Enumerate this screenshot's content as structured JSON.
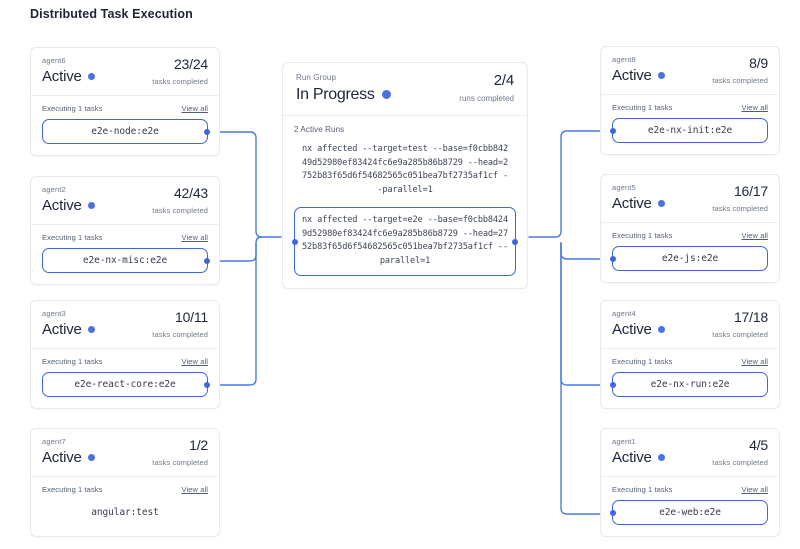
{
  "page": {
    "title": "Distributed Task Execution",
    "accent_color": "#3f67dd",
    "dot_color": "#4a72e0",
    "card_border_color": "#e8e9ed",
    "muted_text_color": "#6f7789"
  },
  "labels": {
    "executing": "Executing 1 tasks",
    "view_all": "View all",
    "tasks_completed": "tasks completed",
    "runs_completed": "runs completed",
    "active_runs": "2 Active Runs"
  },
  "run_group": {
    "label": "Run Group",
    "status": "In Progress",
    "count": "2/4",
    "count_sub": "runs completed",
    "active_runs_label": "2 Active Runs",
    "runs": [
      {
        "command": "nx affected --target=test --base=f0cbb84249d52980ef83424fc6e9a285b86b8729 --head=2752b83f65d6f54682565c051bea7bf2735af1cf --parallel=1",
        "highlighted": false
      },
      {
        "command": "nx affected --target=e2e --base=f0cbb84249d52980ef83424fc6e9a285b86b8729 --head=2752b83f65d6f54682565c051bea7bf2735af1cf --parallel=1",
        "highlighted": true
      }
    ]
  },
  "left_agents": [
    {
      "agent": "agent6",
      "status": "Active",
      "count": "23/24",
      "count_sub": "tasks completed",
      "executing": "Executing 1 tasks",
      "view_all": "View all",
      "task": "e2e-node:e2e",
      "connected": true
    },
    {
      "agent": "agent2",
      "status": "Active",
      "count": "42/43",
      "count_sub": "tasks completed",
      "executing": "Executing 1 tasks",
      "view_all": "View all",
      "task": "e2e-nx-misc:e2e",
      "connected": true
    },
    {
      "agent": "agent3",
      "status": "Active",
      "count": "10/11",
      "count_sub": "tasks completed",
      "executing": "Executing 1 tasks",
      "view_all": "View all",
      "task": "e2e-react-core:e2e",
      "connected": true
    },
    {
      "agent": "agent7",
      "status": "Active",
      "count": "1/2",
      "count_sub": "tasks completed",
      "executing": "Executing 1 tasks",
      "view_all": "View all",
      "task": "angular:test",
      "connected": false
    }
  ],
  "right_agents": [
    {
      "agent": "agent8",
      "status": "Active",
      "count": "8/9",
      "count_sub": "tasks completed",
      "executing": "Executing 1 tasks",
      "view_all": "View all",
      "task": "e2e-nx-init:e2e",
      "connected": true
    },
    {
      "agent": "agent5",
      "status": "Active",
      "count": "16/17",
      "count_sub": "tasks completed",
      "executing": "Executing 1 tasks",
      "view_all": "View all",
      "task": "e2e-js:e2e",
      "connected": true
    },
    {
      "agent": "agent4",
      "status": "Active",
      "count": "17/18",
      "count_sub": "tasks completed",
      "executing": "Executing 1 tasks",
      "view_all": "View all",
      "task": "e2e-nx-run:e2e",
      "connected": true
    },
    {
      "agent": "agent1",
      "status": "Active",
      "count": "4/5",
      "count_sub": "tasks completed",
      "executing": "Executing 1 tasks",
      "view_all": "View all",
      "task": "e2e-web:e2e",
      "connected": true
    }
  ]
}
